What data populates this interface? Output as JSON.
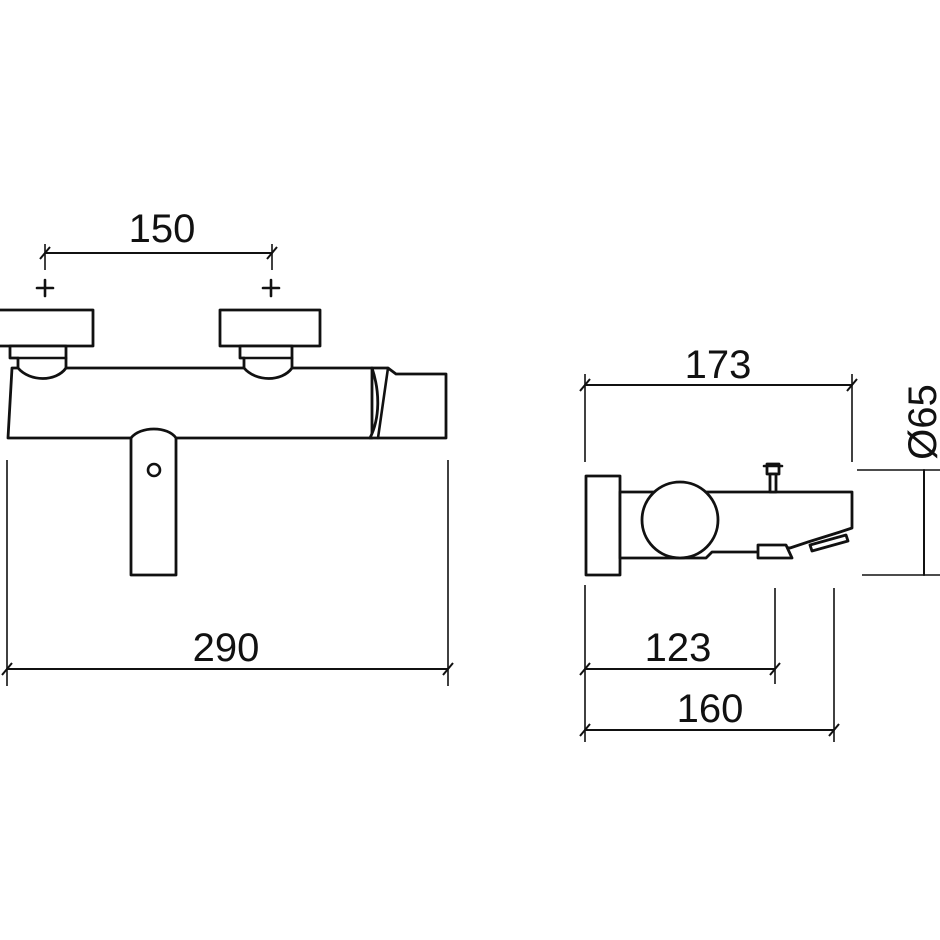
{
  "front_view": {
    "dim_handle_spacing": "150",
    "dim_overall_width": "290"
  },
  "side_view": {
    "dim_projection": "173",
    "dim_rosette_diameter": "Ø65",
    "dim_spout_inner": "123",
    "dim_spout_outer": "160"
  },
  "colors": {
    "line": "#111111",
    "background": "#ffffff"
  }
}
